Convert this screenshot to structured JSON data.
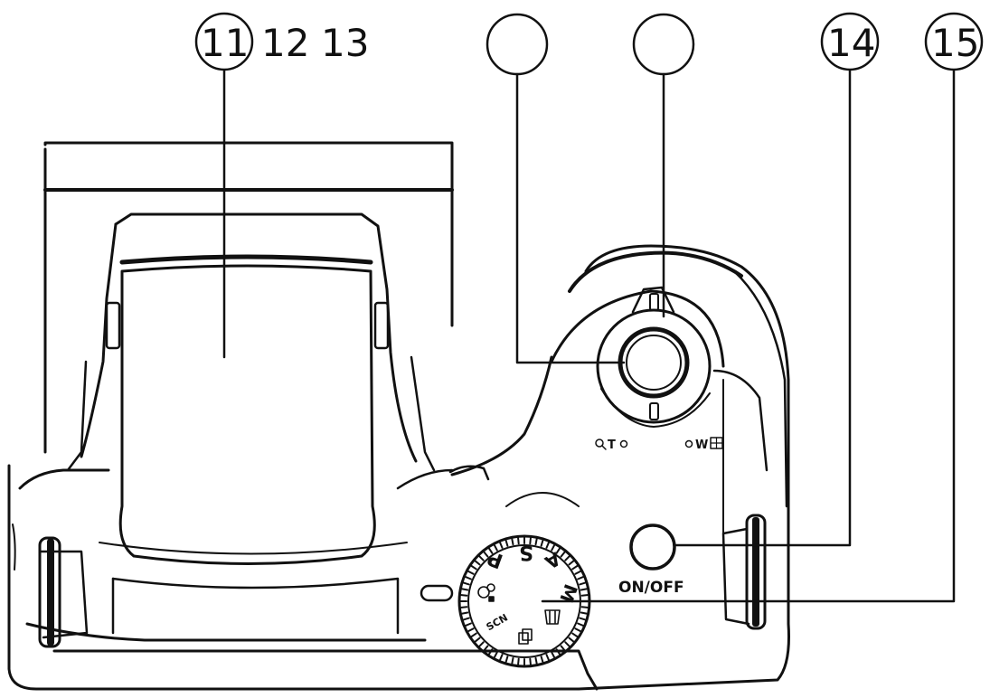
{
  "diagram": {
    "callouts": [
      {
        "id": "c11",
        "number": "11"
      },
      {
        "id": "c12",
        "number": "12"
      },
      {
        "id": "c13",
        "number": "13"
      },
      {
        "id": "c-shutter",
        "number": ""
      },
      {
        "id": "c-zoom",
        "number": ""
      },
      {
        "id": "c14",
        "number": "14"
      },
      {
        "id": "c15",
        "number": "15"
      }
    ],
    "labels": {
      "power_button": "ON/OFF",
      "zoom_tele": "T",
      "zoom_wide": "W"
    },
    "mode_dial": {
      "modes": [
        "S",
        "A",
        "P",
        "M",
        "SCN"
      ]
    }
  }
}
